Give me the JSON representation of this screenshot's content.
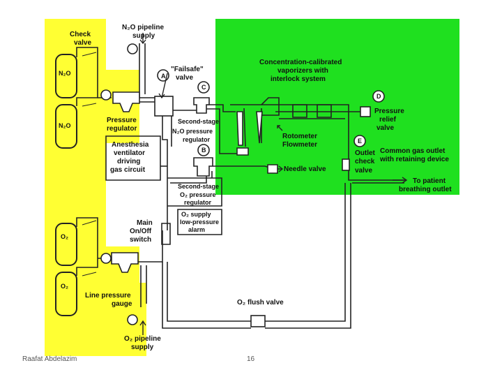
{
  "colors": {
    "yellow_region": "#ffff33",
    "green_region": "#1fe01f",
    "line": "#222222"
  },
  "labels": {
    "check_valve": [
      "Check",
      "valve"
    ],
    "n2o_pipeline": [
      "N₂O pipeline",
      "supply"
    ],
    "failsafe_letter": "A",
    "failsafe": [
      "\"Failsafe\"",
      "valve"
    ],
    "letter_c": "C",
    "letter_b": "B",
    "letter_d": "D",
    "letter_e": "E",
    "vaporizers": [
      "Concentration-calibrated",
      "vaporizers with",
      "interlock system"
    ],
    "pressure_relief": [
      "Pressure",
      "relief",
      "valve"
    ],
    "n2o_cyl_1": "N₂O",
    "n2o_cyl_2": "N₂O",
    "o2_cyl_1": "O₂",
    "o2_cyl_2": "O₂",
    "pressure_regulator": [
      "Pressure",
      "regulator"
    ],
    "second_stage_n2o": [
      "Second-stage",
      "N₂O pressure",
      "regulator"
    ],
    "rotometer": [
      "Rotometer",
      "Flowmeter"
    ],
    "outlet_check": [
      "Outlet",
      "check",
      "valve"
    ],
    "common_gas": [
      "Common gas outlet",
      "with retaining device"
    ],
    "ventilator": [
      "Anesthesia",
      "ventilator",
      "driving",
      "gas circuit"
    ],
    "needle_valve": "Needle valve",
    "to_patient": [
      "To patient",
      "breathing outlet"
    ],
    "second_stage_o2": [
      "Second-stage",
      "O₂ pressure",
      "regulator"
    ],
    "o2_alarm": [
      "O₂ supply",
      "low-pressure",
      "alarm"
    ],
    "main_switch": [
      "Main",
      "On/Off",
      "switch"
    ],
    "line_pressure": [
      "Line pressure",
      "gauge"
    ],
    "o2_flush": "O₂ flush valve",
    "o2_pipeline": [
      "O₂ pipeline",
      "supply"
    ]
  },
  "footer": {
    "author": "Raafat Abdelazim",
    "page": "16"
  }
}
